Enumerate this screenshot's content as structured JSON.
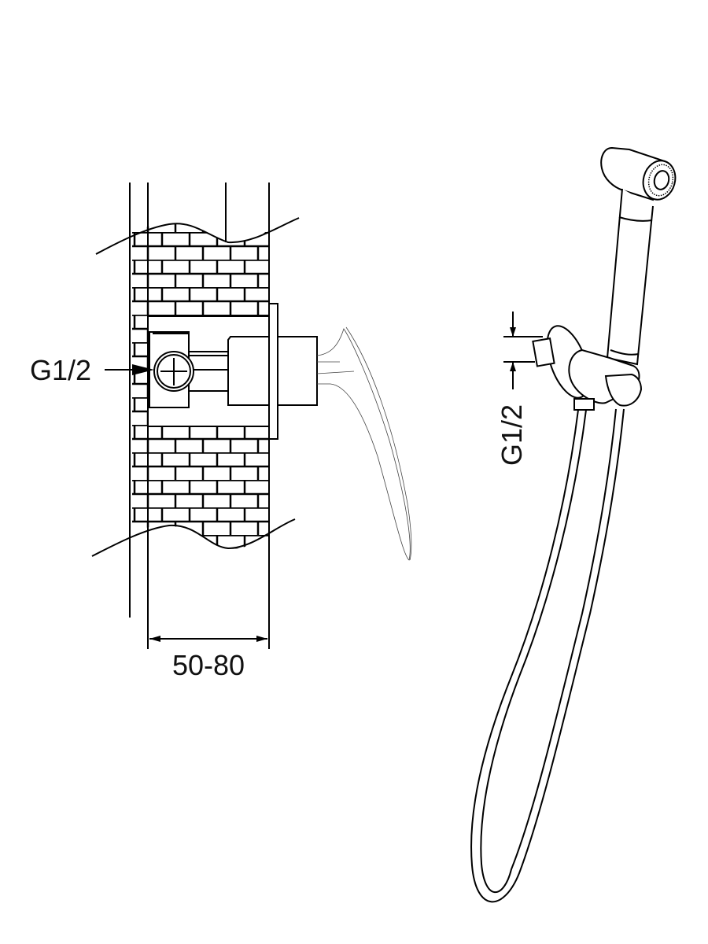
{
  "diagram": {
    "left_view": {
      "inlet_label": "G1/2",
      "wall_thickness_label": "50-80"
    },
    "right_view": {
      "outlet_label": "G1/2"
    },
    "colors": {
      "line": "#000000",
      "background": "#ffffff"
    }
  }
}
